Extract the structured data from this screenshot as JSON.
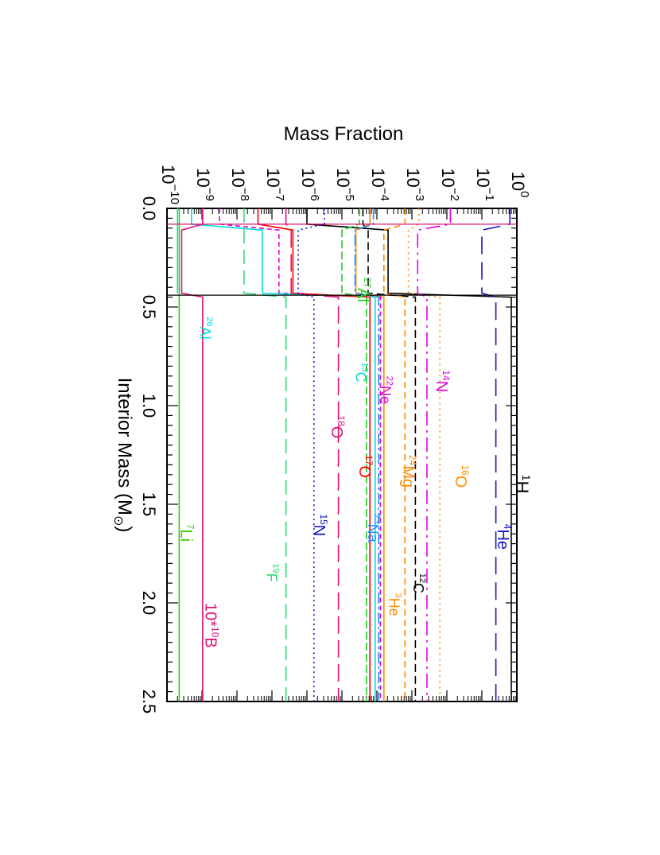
{
  "chart_data": {
    "type": "line",
    "orientation": "rotated-90",
    "title": "",
    "xlabel": "Interior Mass (M",
    "xlabel_sub": "⊙",
    "xlabel_close": ")",
    "ylabel": "Mass Fraction",
    "xlim": [
      0.0,
      2.5
    ],
    "ylim_exp": [
      -10,
      0
    ],
    "yscale": "log",
    "x_ticks": [
      "0.0",
      "0.5",
      "1.0",
      "1.5",
      "2.0",
      "2.5"
    ],
    "y_tick_base": "10",
    "y_tick_exps": [
      "0",
      "−1",
      "−2",
      "−3",
      "−4",
      "−5",
      "−6",
      "−7",
      "−8",
      "−9",
      "−10"
    ],
    "series": [
      {
        "name": "H",
        "sup": "1",
        "color": "#000000",
        "dash": "",
        "env": -0.16,
        "core": -6.0
      },
      {
        "name": "He",
        "sup": "4",
        "color": "#1414c8",
        "dash": "22,10",
        "env": -0.6,
        "core": -0.2
      },
      {
        "name": "O",
        "sup": "16",
        "color": "#ff8c00",
        "dash": "2,5",
        "env": -2.2,
        "core": -2.8
      },
      {
        "name": "N",
        "sup": "14",
        "color": "#e000e0",
        "dash": "18,6,3,6",
        "env": -2.57,
        "core": -1.9
      },
      {
        "name": "C",
        "sup": "12",
        "color": "#000000",
        "dash": "10,5",
        "env": -2.9,
        "core": -4.4
      },
      {
        "name": "Mg",
        "sup": "24",
        "color": "#ff8c00",
        "dash": "8,5",
        "env": -3.2,
        "core": -3.2
      },
      {
        "name": "He",
        "sup": "3",
        "color": "#ff8c00",
        "dash": "",
        "env": -3.8,
        "core": -4.2
      },
      {
        "name": "Ne",
        "sup": "22",
        "color": "#e000e0",
        "dash": "6,4",
        "env": -3.9,
        "core": -8.5
      },
      {
        "name": "Na",
        "sup": "23",
        "color": "#1e90ff",
        "dash": "14,4,3,4",
        "env": -3.95,
        "core": -4.1
      },
      {
        "name": "C",
        "sup": "13",
        "color": "#00dede",
        "dash": "",
        "env": -4.05,
        "core": -9.3
      },
      {
        "name": "O",
        "sup": "17",
        "color": "#ff0000",
        "dash": "",
        "env": -4.2,
        "core": -7.4
      },
      {
        "name": "Al",
        "sup": "27",
        "color": "#22cc22",
        "dash": "10,4",
        "env": -4.3,
        "core": -4.5
      },
      {
        "name": "O",
        "sup": "18",
        "color": "#e0107a",
        "dash": "22,8",
        "env": -5.1,
        "core": -6.6
      },
      {
        "name": "N",
        "sup": "15",
        "color": "#1414c8",
        "dash": "2,4",
        "env": -5.8,
        "core": -5.5
      },
      {
        "name": "F",
        "sup": "19",
        "color": "#22e070",
        "dash": "18,8",
        "env": -6.6,
        "core": -7.8
      },
      {
        "name": "Li",
        "sup": "7",
        "color": "#33cc00",
        "dash": "",
        "env": -9.65,
        "core": -9.65
      },
      {
        "name": "10*",
        "sup": "10",
        "name2": "B",
        "color": "#e0107a",
        "dash": "",
        "env": -8.98,
        "core": -8.98
      },
      {
        "name": "Al",
        "sup": "26",
        "color": "#00dede",
        "dash": "",
        "env": -99,
        "core": -9.7
      }
    ],
    "step_region": {
      "core_end": 0.08,
      "shell_end": 0.44
    }
  }
}
